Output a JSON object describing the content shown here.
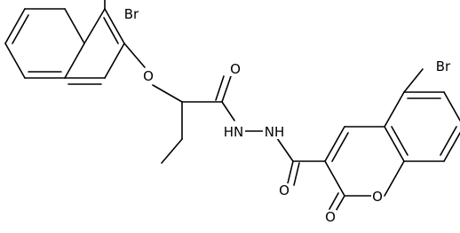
{
  "molecule": {
    "atom_labels": {
      "br_naphthyl": "Br",
      "ether_o": "O",
      "amide_o": "O",
      "hydrazide_nh_left": "HN",
      "hydrazide_nh_right": "NH",
      "carbonyl_o2": "O",
      "ring_o": "O",
      "lactone_o": "O",
      "br_coumarin": "Br"
    }
  },
  "colors": {
    "bond": "#000000",
    "background": "#ffffff"
  }
}
